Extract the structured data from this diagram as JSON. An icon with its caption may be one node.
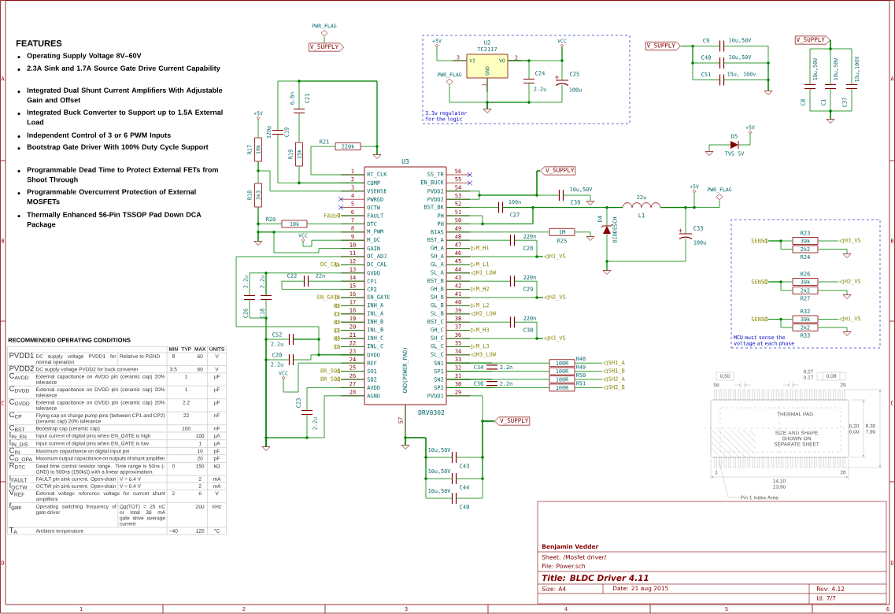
{
  "diagram": {
    "nodes": [
      {
        "text": [
          "U3",
          "DRV8302",
          "GND(POWER_PAD)",
          "1",
          "RT_CLK",
          "2",
          "COMP",
          "3",
          "VSENSE",
          "4",
          "PWRGD",
          "5",
          "OCTW",
          "6",
          "FAULT",
          "7",
          "DTC",
          "8",
          "M_PWM",
          "9",
          "M_OC",
          "10",
          "GAIN",
          "11",
          "OC_ADJ",
          "12",
          "DC_CAL",
          "13",
          "GVDD",
          "14",
          "CP1",
          "15",
          "CP2",
          "16",
          "EN_GATE",
          "17",
          "INH_A",
          "18",
          "INL_A",
          "19",
          "INH_B",
          "20",
          "INL_B",
          "21",
          "INH_C",
          "22",
          "INL_C",
          "23",
          "DVDD",
          "24",
          "REF",
          "25",
          "SO1",
          "26",
          "SO2",
          "27",
          "AVDD",
          "28",
          "AGND",
          "29",
          "PVDD1",
          "30",
          "SP2",
          "31",
          "SN2",
          "32",
          "SP1",
          "33",
          "SN1",
          "34",
          "SL_C",
          "35",
          "GL_C",
          "36",
          "SH_C",
          "37",
          "GH_C",
          "38",
          "BST_C",
          "39",
          "SL_B",
          "40",
          "GL_B",
          "41",
          "SH_B",
          "42",
          "GH_B",
          "43",
          "BST_B",
          "44",
          "SL_A",
          "45",
          "GL_A",
          "46",
          "SH_A",
          "47",
          "GH_A",
          "48",
          "BST_A",
          "49",
          "BIAS",
          "50",
          "PH",
          "51",
          "PH",
          "52",
          "BST_BK",
          "53",
          "PVDD2",
          "54",
          "PVDD2",
          "55",
          "EN_BUCK",
          "56",
          "SS_TR",
          "57"
        ]
      },
      {
        "text": [
          "R17",
          "18k"
        ]
      },
      {
        "text": [
          "R18",
          "3k3"
        ]
      },
      {
        "text": [
          "R19",
          "15k"
        ]
      },
      {
        "text": [
          "C19",
          "120p"
        ]
      },
      {
        "text": [
          "C21",
          "6.8n"
        ]
      },
      {
        "text": [
          "R21",
          "220k"
        ]
      },
      {
        "text": [
          "R20",
          "10k"
        ]
      },
      {
        "text": [],
        "shape": "triangle"
      },
      {
        "text": [
          "+5V"
        ]
      },
      {
        "text": [],
        "shape": "triangle"
      },
      {
        "text": [
          "VCC"
        ]
      },
      {
        "text": [
          "FAULT"
        ]
      },
      {
        "text": [
          "DC_CAL"
        ]
      },
      {
        "text": [
          "EN_GATE"
        ]
      },
      {
        "text": [
          "H1"
        ]
      },
      {
        "text": [
          "L1"
        ]
      },
      {
        "text": [
          "H2"
        ]
      },
      {
        "text": [
          "L2"
        ]
      },
      {
        "text": [
          "H3"
        ]
      },
      {
        "text": [
          "L3"
        ]
      },
      {
        "text": [
          "BR_SO1"
        ]
      },
      {
        "text": [
          "BR_SO2"
        ]
      },
      {
        "text": [
          "C22",
          "22n"
        ]
      },
      {
        "text": [
          "C26",
          "2.2u"
        ]
      },
      {
        "text": [
          "C18",
          "2.2u"
        ]
      },
      {
        "text": [
          "C52",
          "2.2u"
        ]
      },
      {
        "text": [
          "C20",
          "2.2u"
        ]
      },
      {
        "text": [
          "VCC"
        ]
      },
      {
        "text": [
          "C23",
          "2.2u"
        ]
      },
      {
        "text": [],
        "shape": "triangle"
      },
      {
        "text": [
          "V_SUPPLY"
        ]
      },
      {
        "text": [
          "PWR_FLAG"
        ]
      },
      {
        "text": [
          "V_SUPPLY"
        ]
      },
      {
        "text": [
          "10u,50V",
          "C39"
        ]
      },
      {
        "text": [],
        "shape": "triangle"
      },
      {
        "text": [
          "100n",
          "C27"
        ]
      },
      {
        "text": [
          "22u",
          "L1"
        ]
      },
      {
        "text": [
          "D4",
          "DIODESCH"
        ]
      },
      {
        "text": [
          "C33",
          "100u"
        ]
      },
      {
        "text": [],
        "shape": "triangle"
      },
      {
        "text": [
          "+5V"
        ]
      },
      {
        "text": [
          "PWR_FLAG"
        ]
      },
      {
        "text": [
          "1M",
          "R25"
        ]
      },
      {
        "text": [],
        "shape": "triangle"
      },
      {
        "text": [
          "220n",
          "C28"
        ]
      },
      {
        "text": [
          "M_H1"
        ]
      },
      {
        "text": [
          "H1_VS"
        ]
      },
      {
        "text": [
          "M_L1"
        ]
      },
      {
        "text": [
          "H1_LOW"
        ]
      },
      {
        "text": [
          "220n",
          "C29"
        ]
      },
      {
        "text": [
          "M_H2"
        ]
      },
      {
        "text": [
          "H2_VS"
        ]
      },
      {
        "text": [
          "M_L2"
        ]
      },
      {
        "text": [
          "H2_LOW"
        ]
      },
      {
        "text": [
          "220n",
          "C30"
        ]
      },
      {
        "text": [
          "M_H3"
        ]
      },
      {
        "text": [
          "H3_VS"
        ]
      },
      {
        "text": [
          "M_L3"
        ]
      },
      {
        "text": [
          "H3_LOW"
        ]
      },
      {
        "text": [
          "C34",
          "2.2n"
        ]
      },
      {
        "text": [
          "R48",
          "100R"
        ]
      },
      {
        "text": [
          "R49",
          "100R"
        ]
      },
      {
        "text": [
          "R50",
          "100R"
        ]
      },
      {
        "text": [
          "R51",
          "100R"
        ]
      },
      {
        "text": [
          "SH1_A"
        ]
      },
      {
        "text": [
          "SH1_B"
        ]
      },
      {
        "text": [
          "SH2_A"
        ]
      },
      {
        "text": [
          "SH2_B"
        ]
      },
      {
        "text": [
          "C36",
          "2.2n"
        ]
      },
      {
        "text": [
          "V_SUPPLY"
        ]
      },
      {
        "text": [
          "C43",
          "10u,50V"
        ]
      },
      {
        "text": [
          "C44",
          "10u,50V"
        ]
      },
      {
        "text": [
          "C49",
          "10u,50V"
        ]
      },
      {
        "text": [],
        "shape": "triangle"
      },
      {
        "text": [
          "3.3v regulator for the logic"
        ]
      },
      {
        "text": [
          "U2",
          "TC2117",
          "VI",
          "VO",
          "GND",
          "3",
          "2",
          "1"
        ],
        "in": 75
      },
      {
        "text": [
          "+5V"
        ],
        "in": 75
      },
      {
        "text": [
          "VCC"
        ],
        "in": 75
      },
      {
        "text": [
          "PWR_FLAG"
        ],
        "in": 75
      },
      {
        "text": [
          "C24",
          "2.2u"
        ],
        "in": 75
      },
      {
        "text": [
          "C25",
          "100u"
        ],
        "in": 75
      },
      {
        "text": [],
        "shape": "triangle",
        "in": 75
      },
      {
        "text": [
          "V_SUPPLY"
        ]
      },
      {
        "text": [
          "C9",
          "10u,50V"
        ]
      },
      {
        "text": [
          "C40",
          "10u,50V"
        ]
      },
      {
        "text": [
          "C51",
          "15u, 100v"
        ]
      },
      {
        "text": [],
        "shape": "triangle"
      },
      {
        "text": [
          "V_SUPPLY"
        ]
      },
      {
        "text": [
          "C8",
          "10u,50V"
        ]
      },
      {
        "text": [
          "C1",
          "10u,50V"
        ]
      },
      {
        "text": [
          "C37",
          "15u,100V"
        ]
      },
      {
        "text": [],
        "shape": "triangle"
      },
      {
        "text": [
          "D5",
          "TVS 5V"
        ]
      },
      {
        "text": [],
        "shape": "triangle"
      },
      {
        "text": [
          "+5V"
        ]
      },
      {
        "text": [
          "MCU must sense the voltage at each phase"
        ]
      },
      {
        "text": [
          "SENS1"
        ],
        "in": 96
      },
      {
        "text": [
          "R23",
          "39k"
        ],
        "in": 96
      },
      {
        "text": [
          "2k2",
          "R24"
        ],
        "in": 96
      },
      {
        "text": [
          "H3_VS"
        ],
        "in": 96
      },
      {
        "text": [],
        "shape": "triangle",
        "in": 96
      },
      {
        "text": [
          "SENS2"
        ],
        "in": 96
      },
      {
        "text": [
          "R26",
          "39k"
        ],
        "in": 96
      },
      {
        "text": [
          "2k2",
          "R27"
        ],
        "in": 96
      },
      {
        "text": [
          "H2_VS"
        ],
        "in": 96
      },
      {
        "text": [],
        "shape": "triangle",
        "in": 96
      },
      {
        "text": [
          "SENS3"
        ],
        "in": 96
      },
      {
        "text": [
          "R32",
          "39k"
        ],
        "in": 96
      },
      {
        "text": [
          "2k2",
          "R33"
        ],
        "in": 96
      },
      {
        "text": [
          "H1_VS"
        ],
        "in": 96
      },
      {
        "text": [],
        "shape": "triangle",
        "in": 96
      },
      {
        "text": [
          "Pin 1 Index Area"
        ]
      }
    ],
    "edges": [
      {
        "from": 6,
        "to": 0,
        "arrow": "none"
      },
      {
        "from": 6,
        "to": 8,
        "arrow": "none"
      },
      {
        "from": 5,
        "to": 8,
        "arrow": "none"
      },
      {
        "from": 4,
        "to": 8,
        "arrow": "none"
      },
      {
        "from": 3,
        "to": 5,
        "arrow": "none"
      },
      {
        "from": 3,
        "to": 0,
        "arrow": "none"
      },
      {
        "from": 4,
        "to": 0,
        "arrow": "none"
      },
      {
        "from": 9,
        "to": 1,
        "arrow": "none"
      },
      {
        "from": 1,
        "to": 2,
        "arrow": "none"
      },
      {
        "from": 1,
        "to": 0,
        "arrow": "none"
      },
      {
        "from": 2,
        "to": 10,
        "arrow": "none"
      },
      {
        "from": 2,
        "to": 7,
        "arrow": "none"
      },
      {
        "from": 7,
        "to": 0,
        "arrow": "none"
      },
      {
        "from": 10,
        "to": 0,
        "arrow": "none"
      },
      {
        "from": 10,
        "to": 0,
        "arrow": "none"
      },
      {
        "from": 11,
        "to": 0,
        "arrow": "none"
      },
      {
        "from": 12,
        "to": 0,
        "arrow": "none"
      },
      {
        "from": 13,
        "to": 0,
        "arrow": "none"
      },
      {
        "from": 14,
        "to": 0,
        "arrow": "none"
      },
      {
        "from": 15,
        "to": 0,
        "arrow": "none"
      },
      {
        "from": 16,
        "to": 0,
        "arrow": "none"
      },
      {
        "from": 17,
        "to": 0,
        "arrow": "none"
      },
      {
        "from": 18,
        "to": 0,
        "arrow": "none"
      },
      {
        "from": 19,
        "to": 0,
        "arrow": "none"
      },
      {
        "from": 20,
        "to": 0,
        "arrow": "none"
      },
      {
        "from": 21,
        "to": 0,
        "arrow": "none"
      },
      {
        "from": 22,
        "to": 0,
        "arrow": "none"
      },
      {
        "from": 23,
        "to": 0,
        "arrow": "none"
      },
      {
        "from": 23,
        "to": 0,
        "arrow": "none"
      },
      {
        "from": 25,
        "to": 0,
        "arrow": "none"
      },
      {
        "from": 24,
        "to": 25,
        "arrow": "none"
      },
      {
        "from": 24,
        "to": 30,
        "arrow": "none"
      },
      {
        "from": 25,
        "to": 30,
        "arrow": "none"
      },
      {
        "from": 26,
        "to": 30,
        "arrow": "none"
      },
      {
        "from": 26,
        "to": 0,
        "arrow": "none"
      },
      {
        "from": 27,
        "to": 30,
        "arrow": "none"
      },
      {
        "from": 27,
        "to": 0,
        "arrow": "none"
      },
      {
        "from": 26,
        "to": 0,
        "arrow": "none"
      },
      {
        "from": 28,
        "to": 0,
        "arrow": "none"
      },
      {
        "from": 29,
        "to": 0,
        "arrow": "none"
      },
      {
        "from": 29,
        "to": 30,
        "arrow": "none"
      },
      {
        "from": 0,
        "to": 30,
        "arrow": "none"
      },
      {
        "from": 32,
        "to": 31,
        "arrow": "none"
      },
      {
        "from": 0,
        "to": 33,
        "arrow": "none"
      },
      {
        "from": 0,
        "to": 33,
        "arrow": "none"
      },
      {
        "from": 34,
        "to": 33,
        "arrow": "none"
      },
      {
        "from": 34,
        "to": 35,
        "arrow": "none"
      },
      {
        "from": 36,
        "to": 0,
        "arrow": "none"
      },
      {
        "from": 36,
        "to": 37,
        "arrow": "none"
      },
      {
        "from": 0,
        "to": 36,
        "arrow": "none"
      },
      {
        "from": 0,
        "to": 37,
        "arrow": "none"
      },
      {
        "from": 38,
        "to": 37,
        "arrow": "none"
      },
      {
        "from": 38,
        "to": 40,
        "arrow": "none"
      },
      {
        "from": 37,
        "to": 39,
        "arrow": "none"
      },
      {
        "from": 39,
        "to": 40,
        "arrow": "none"
      },
      {
        "from": 37,
        "to": 41,
        "arrow": "none"
      },
      {
        "from": 37,
        "to": 42,
        "arrow": "none"
      },
      {
        "from": 0,
        "to": 43,
        "arrow": "none"
      },
      {
        "from": 43,
        "to": 44,
        "arrow": "none"
      },
      {
        "from": 45,
        "to": 0,
        "arrow": "none"
      },
      {
        "from": 45,
        "to": 47,
        "arrow": "none"
      },
      {
        "from": 0,
        "to": 46,
        "arrow": "none"
      },
      {
        "from": 0,
        "to": 47,
        "arrow": "none"
      },
      {
        "from": 0,
        "to": 48,
        "arrow": "none"
      },
      {
        "from": 0,
        "to": 49,
        "arrow": "none"
      },
      {
        "from": 50,
        "to": 0,
        "arrow": "none"
      },
      {
        "from": 50,
        "to": 52,
        "arrow": "none"
      },
      {
        "from": 0,
        "to": 51,
        "arrow": "none"
      },
      {
        "from": 0,
        "to": 52,
        "arrow": "none"
      },
      {
        "from": 0,
        "to": 53,
        "arrow": "none"
      },
      {
        "from": 0,
        "to": 54,
        "arrow": "none"
      },
      {
        "from": 55,
        "to": 0,
        "arrow": "none"
      },
      {
        "from": 55,
        "to": 57,
        "arrow": "none"
      },
      {
        "from": 0,
        "to": 56,
        "arrow": "none"
      },
      {
        "from": 0,
        "to": 57,
        "arrow": "none"
      },
      {
        "from": 0,
        "to": 58,
        "arrow": "none"
      },
      {
        "from": 0,
        "to": 59,
        "arrow": "none"
      },
      {
        "from": 60,
        "to": 0,
        "arrow": "none"
      },
      {
        "from": 60,
        "to": 0,
        "arrow": "none"
      },
      {
        "from": 0,
        "to": 61,
        "arrow": "none"
      },
      {
        "from": 0,
        "to": 62,
        "arrow": "none"
      },
      {
        "from": 0,
        "to": 63,
        "arrow": "none"
      },
      {
        "from": 0,
        "to": 64,
        "arrow": "none"
      },
      {
        "from": 61,
        "to": 65,
        "arrow": "none"
      },
      {
        "from": 62,
        "to": 66,
        "arrow": "none"
      },
      {
        "from": 63,
        "to": 67,
        "arrow": "none"
      },
      {
        "from": 64,
        "to": 68,
        "arrow": "none"
      },
      {
        "from": 69,
        "to": 0,
        "arrow": "none"
      },
      {
        "from": 69,
        "to": 0,
        "arrow": "none"
      },
      {
        "from": 0,
        "to": 70,
        "arrow": "none"
      },
      {
        "from": 71,
        "to": 70,
        "arrow": "none"
      },
      {
        "from": 72,
        "to": 70,
        "arrow": "none"
      },
      {
        "from": 73,
        "to": 70,
        "arrow": "none"
      },
      {
        "from": 71,
        "to": 74,
        "arrow": "none"
      },
      {
        "from": 72,
        "to": 74,
        "arrow": "none"
      },
      {
        "from": 73,
        "to": 74,
        "arrow": "none"
      },
      {
        "from": 0,
        "to": 74,
        "arrow": "none"
      },
      {
        "from": 77,
        "to": 76,
        "arrow": "none"
      },
      {
        "from": 76,
        "to": 78,
        "arrow": "none"
      },
      {
        "from": 76,
        "to": 80,
        "arrow": "none"
      },
      {
        "from": 81,
        "to": 78,
        "arrow": "none"
      },
      {
        "from": 76,
        "to": 82,
        "arrow": "none"
      },
      {
        "from": 80,
        "to": 82,
        "arrow": "none"
      },
      {
        "from": 81,
        "to": 82,
        "arrow": "none"
      },
      {
        "from": 79,
        "to": 82,
        "arrow": "none"
      },
      {
        "from": 83,
        "to": 84,
        "arrow": "none"
      },
      {
        "from": 83,
        "to": 85,
        "arrow": "none"
      },
      {
        "from": 83,
        "to": 86,
        "arrow": "none"
      },
      {
        "from": 84,
        "to": 87,
        "arrow": "none"
      },
      {
        "from": 85,
        "to": 87,
        "arrow": "none"
      },
      {
        "from": 86,
        "to": 87,
        "arrow": "none"
      },
      {
        "from": 88,
        "to": 89,
        "arrow": "none"
      },
      {
        "from": 88,
        "to": 90,
        "arrow": "none"
      },
      {
        "from": 88,
        "to": 91,
        "arrow": "none"
      },
      {
        "from": 89,
        "to": 92,
        "arrow": "none"
      },
      {
        "from": 90,
        "to": 92,
        "arrow": "none"
      },
      {
        "from": 91,
        "to": 92,
        "arrow": "none"
      },
      {
        "from": 94,
        "to": 93,
        "arrow": "none"
      },
      {
        "from": 93,
        "to": 95,
        "arrow": "none"
      },
      {
        "from": 97,
        "to": 98,
        "arrow": "none"
      },
      {
        "from": 97,
        "to": 99,
        "arrow": "none"
      },
      {
        "from": 98,
        "to": 100,
        "arrow": "none"
      },
      {
        "from": 99,
        "to": 101,
        "arrow": "none"
      },
      {
        "from": 102,
        "to": 103,
        "arrow": "none"
      },
      {
        "from": 102,
        "to": 104,
        "arrow": "none"
      },
      {
        "from": 103,
        "to": 105,
        "arrow": "none"
      },
      {
        "from": 104,
        "to": 106,
        "arrow": "none"
      },
      {
        "from": 107,
        "to": 108,
        "arrow": "none"
      },
      {
        "from": 107,
        "to": 109,
        "arrow": "none"
      },
      {
        "from": 108,
        "to": 110,
        "arrow": "none"
      },
      {
        "from": 109,
        "to": 111,
        "arrow": "none"
      },
      {
        "from": 112,
        "to": null,
        "arrow": "none",
        "color": "#8c8c8c"
      }
    ],
    "labels": [
      "A",
      "B",
      "C",
      "D",
      "A",
      "B",
      "C",
      "D",
      "1",
      "2",
      "3",
      "4",
      "5",
      "6",
      "FEATURES",
      "Operating Supply Voltage 8V–60V",
      "2.3A Sink and 1.7A Source Gate Drive Current Capability",
      "Integrated Dual Shunt Current Amplifiers With Adjustable Gain and Offset",
      "Integrated Buck Converter to Support up to 1.5A External Load",
      "Independent Control of 3 or 6 PWM Inputs",
      "Bootstrap Gate Driver With 100% Duty Cycle Support",
      "Programmable Dead Time to Protect External FETs from Shoot Through",
      "Programmable Overcurrent Protection of External MOSFETs",
      "Thermally Enhanced 56-Pin TSSOP Pad Down DCA Package",
      "RECOMMENDED OPERATING CONDITIONS",
      "MIN",
      "TYP",
      "MAX",
      "UNITS",
      "PVDD1",
      "DC supply voltage PVDD1 for normal operation",
      "Relative to PGND",
      "8",
      "60",
      "V",
      "PVDD2",
      "DC supply voltage PVDD2 for buck converter",
      "3.5",
      "60",
      "V",
      "C$_{AVDD}$",
      "External capacitance on AVDD pin (ceramic cap) 20% tolerance",
      "1",
      "µF",
      "C$_{DVDD}$",
      "External capacitance on DVDD pin (ceramic cap) 20% tolerance",
      "1",
      "µF",
      "C$_{GVDD}$",
      "External capacitance on GVDD pin (ceramic cap) 20% tolerance",
      "2.2",
      "µF",
      "C$_{CP}$",
      "Flying cap on charge pump pins (between CP1 and CP2) (ceramic cap) 20% tolerance",
      "22",
      "nF",
      "C$_{BST}$",
      "Bootstrap cap (ceramic cap)",
      "100",
      "nF",
      "I$_{IN_EN}$",
      "Input current of digital pins when EN_GATE is high",
      "100",
      "µA",
      "I$_{IN_DIS}$",
      "Input current of digital pins when EN_GATE is low",
      "1",
      "µA",
      "C$_{IN}$",
      "Maximum capacitance on digital input pin",
      "10",
      "pF",
      "C$_{O_OPA}$",
      "Maximum output capacitance on outputs of shunt amplifier",
      "20",
      "pF",
      "R$_{DTC}$",
      "Dead time control resistor range. Time range is 50ns (-GND) to 500ns (150kΩ) with a linear approximation.",
      "0",
      "150",
      "kΩ",
      "I$_{FAULT}$",
      "FAULT pin sink current. Open-drain",
      "V = 0.4 V",
      "2",
      "mA",
      "I$_{OCTW}$",
      "OCTW pin sink current. Open-drain",
      "V = 0.4 V",
      "2",
      "mA",
      "V$_{REF}$",
      "External voltage reference voltage for current shunt amplifiers",
      "2",
      "6",
      "V",
      "f$_{gate}$",
      "Operating switching frequency of gate driver",
      "Qg(TOT) = 25 nC or total 30 mA gate drive average current",
      "200",
      "kHz",
      "T$_{A}$",
      "Ambient temperature",
      "−40",
      "125",
      "°C",
      "0,50",
      "0,27 0,17",
      "0,08",
      "56",
      "29",
      "THERMAL PAD",
      "SIZE AND SHAPE SHOWN ON SEPARATE SHEET",
      "6,20 6,00",
      "8,30 7,90",
      "1",
      "28",
      "14,10 13,90",
      "Benjamin Vedder",
      "Sheet: /Mosfet driver/",
      "File: Power.sch",
      "Title: BLDC Driver 4.11",
      "Size: A4",
      "Date: 21 aug 2015",
      "Rev: 4.12",
      "Id: 7/7"
    ]
  }
}
